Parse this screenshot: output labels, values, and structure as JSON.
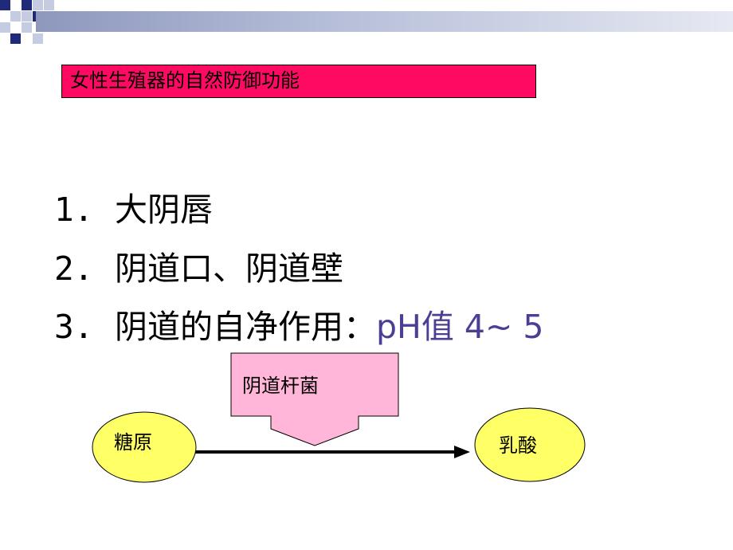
{
  "slide": {
    "title": "女性生殖器的自然防御功能",
    "items": [
      {
        "number": "1.",
        "text": "大阴唇"
      },
      {
        "number": "2.",
        "text": "阴道口、阴道壁"
      },
      {
        "number": "3.",
        "text": "阴道的自净作用：",
        "highlight": "pH值 4~ 5"
      }
    ],
    "diagram": {
      "agent_label": "阴道杆菌",
      "source_label": "糖原",
      "product_label": "乳酸"
    }
  },
  "colors": {
    "title_fill": "#ff0a63",
    "agent_box_fill": "#ffb6d9",
    "ellipse_fill": "#ffff66",
    "accent_text": "#4b3f94",
    "deco_navy": "#1f2a7a",
    "deco_light": "#c5cbe0"
  }
}
